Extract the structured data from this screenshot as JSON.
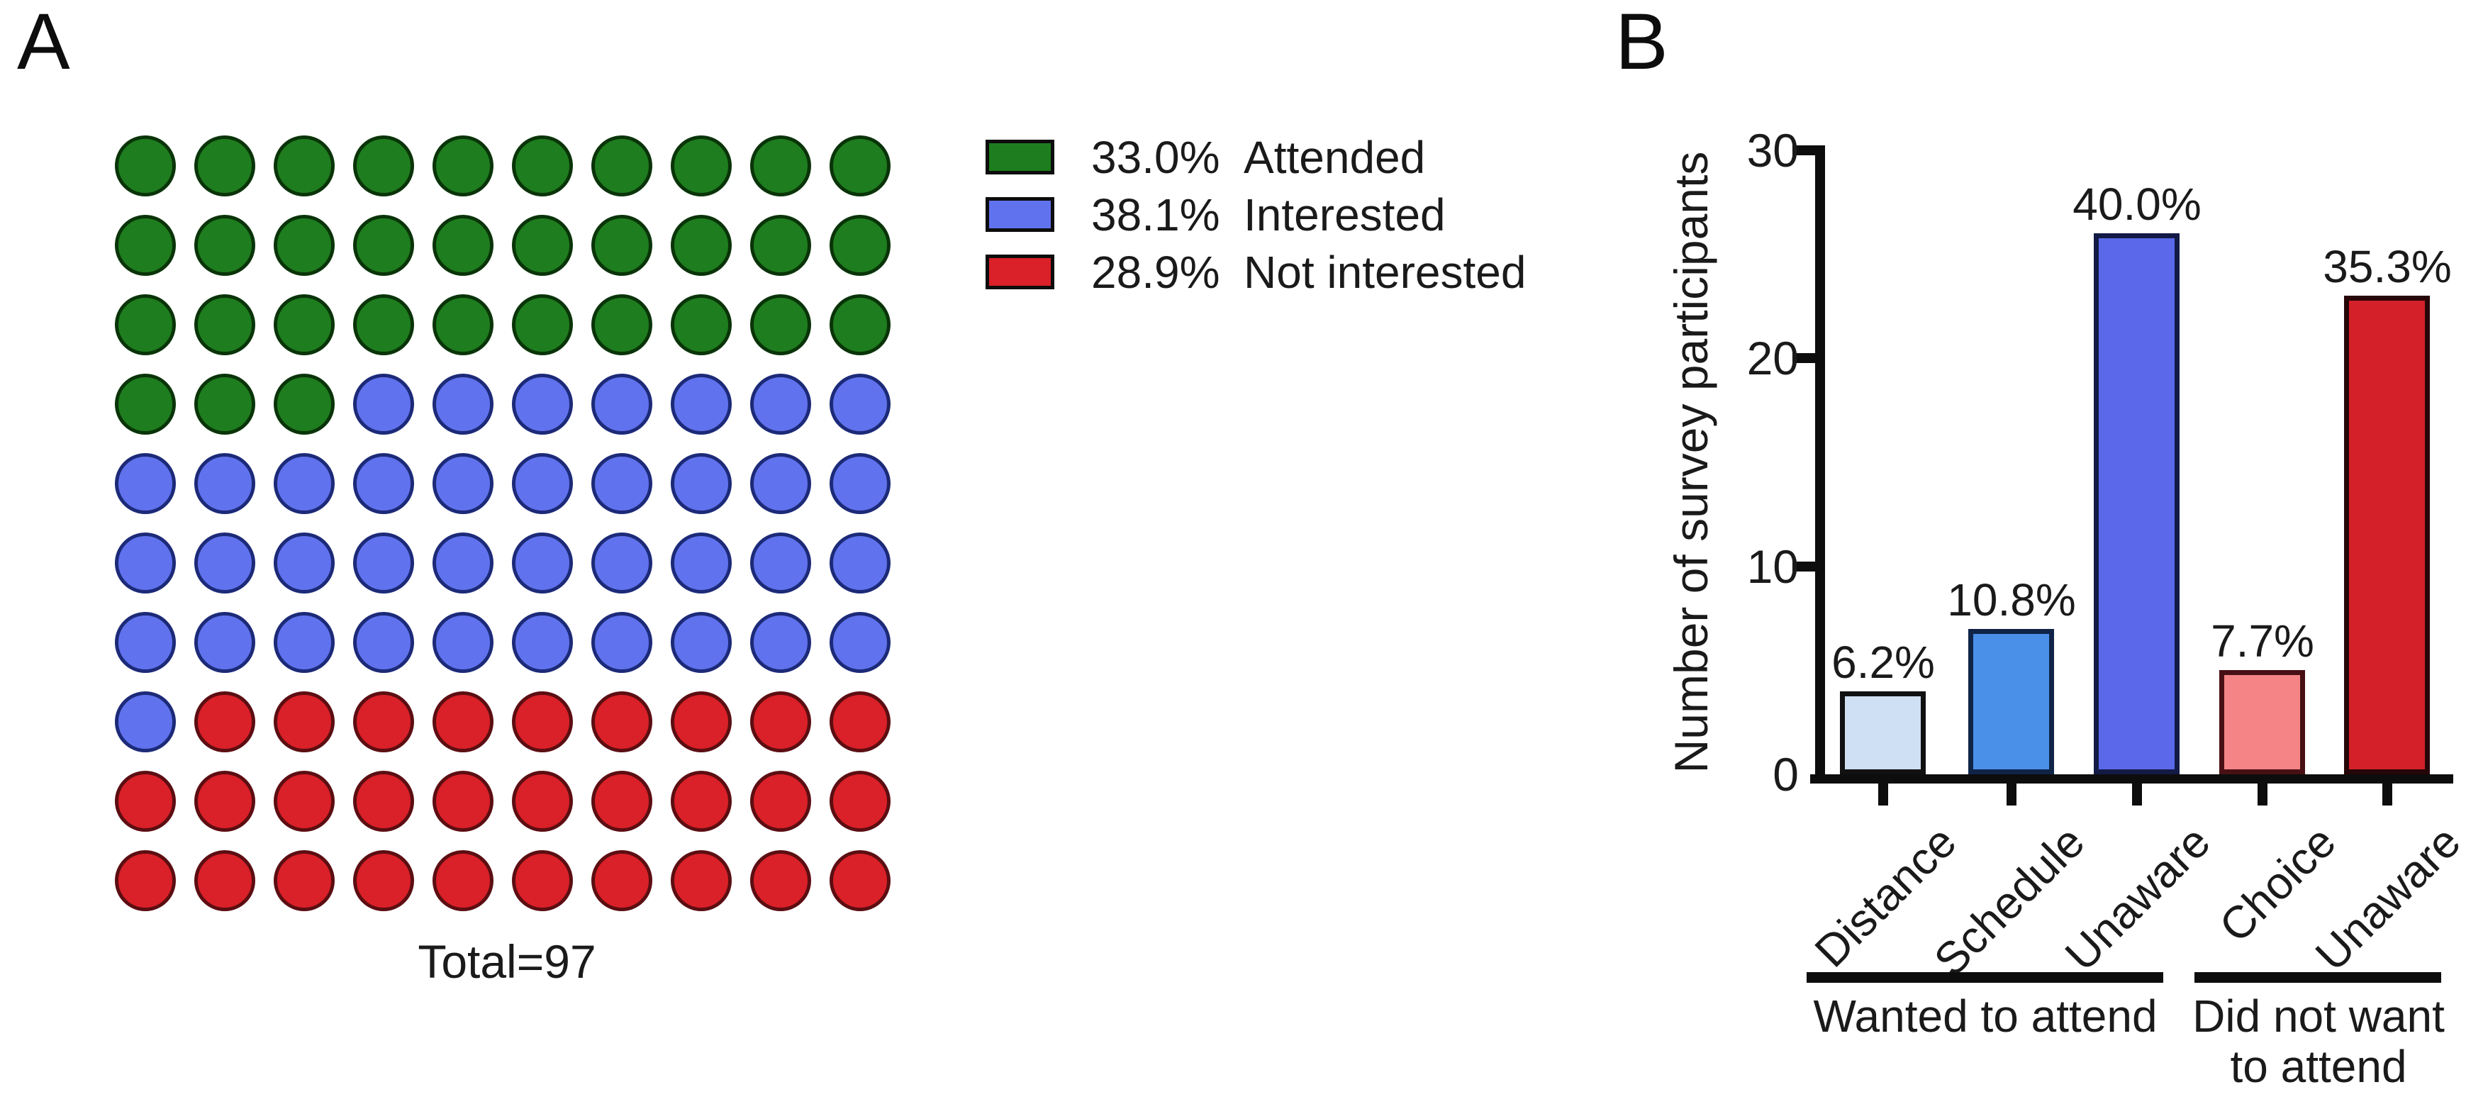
{
  "figure": {
    "panelA": {
      "letter": "A",
      "total_label": "Total=97",
      "legend": [
        {
          "pct": "33.0%",
          "label": "Attended",
          "color": "#1e7d1e",
          "border": "#0a3409"
        },
        {
          "pct": "38.1%",
          "label": "Interested",
          "color": "#6172ee",
          "border": "#1c2a78"
        },
        {
          "pct": "28.9%",
          "label": "Not interested",
          "color": "#da2028",
          "border": "#5c0e12"
        }
      ],
      "dot_counts": [
        {
          "key": "attended",
          "dots": 33
        },
        {
          "key": "interested",
          "dots": 38
        },
        {
          "key": "not_interested",
          "dots": 29
        }
      ],
      "grid": {
        "rows": 10,
        "cols": 10
      }
    },
    "panelB": {
      "letter": "B",
      "ylabel": "Number of survey participants",
      "yticks": [
        0,
        10,
        20,
        30
      ],
      "ymax": 30,
      "bars": [
        {
          "category": "Distance",
          "value": 4,
          "pct_label": "6.2%",
          "fill": "#cfdff4",
          "border": "#111111",
          "group": 0
        },
        {
          "category": "Schedule",
          "value": 7,
          "pct_label": "10.8%",
          "fill": "#4a90e8",
          "border": "#102447",
          "group": 0
        },
        {
          "category": "Unaware",
          "value": 26,
          "pct_label": "40.0%",
          "fill": "#5b68e9",
          "border": "#131a45",
          "group": 0
        },
        {
          "category": "Choice",
          "value": 5,
          "pct_label": "7.7%",
          "fill": "#f48486",
          "border": "#481014",
          "group": 1
        },
        {
          "category": "Unaware",
          "value": 23,
          "pct_label": "35.3%",
          "fill": "#d42029",
          "border": "#260608",
          "group": 1
        }
      ],
      "groups": [
        {
          "label_lines": [
            "Wanted to attend"
          ]
        },
        {
          "label_lines": [
            "Did not want",
            "to attend"
          ]
        }
      ]
    }
  },
  "chart_data": [
    {
      "type": "pie",
      "variant": "parts-of-whole-dot-matrix",
      "title": "",
      "total_label": "Total=97",
      "total": 97,
      "legend_position": "right",
      "slices": [
        {
          "label": "Attended",
          "percent": 33.0,
          "dots": 33,
          "color": "#1e7d1e"
        },
        {
          "label": "Interested",
          "percent": 38.1,
          "dots": 38,
          "color": "#6172ee"
        },
        {
          "label": "Not interested",
          "percent": 28.9,
          "dots": 29,
          "color": "#da2028"
        }
      ],
      "matrix": {
        "rows": 10,
        "cols": 10,
        "order": "row-major top-left"
      }
    },
    {
      "type": "bar",
      "categories": [
        "Distance",
        "Schedule",
        "Unaware",
        "Choice",
        "Unaware"
      ],
      "values": [
        4,
        7,
        26,
        5,
        23
      ],
      "bar_labels": [
        "6.2%",
        "10.8%",
        "40.0%",
        "7.7%",
        "35.3%"
      ],
      "bar_colors": [
        "#cfdff4",
        "#4a90e8",
        "#5b68e9",
        "#f48486",
        "#d42029"
      ],
      "title": "",
      "xlabel": "",
      "ylabel": "Number of survey participants",
      "ylim": [
        0,
        30
      ],
      "yticks": [
        0,
        10,
        20,
        30
      ],
      "grid": false,
      "groups": [
        {
          "label": "Wanted to attend",
          "categories": [
            "Distance",
            "Schedule",
            "Unaware"
          ]
        },
        {
          "label": "Did not want to attend",
          "categories": [
            "Choice",
            "Unaware"
          ]
        }
      ]
    }
  ]
}
